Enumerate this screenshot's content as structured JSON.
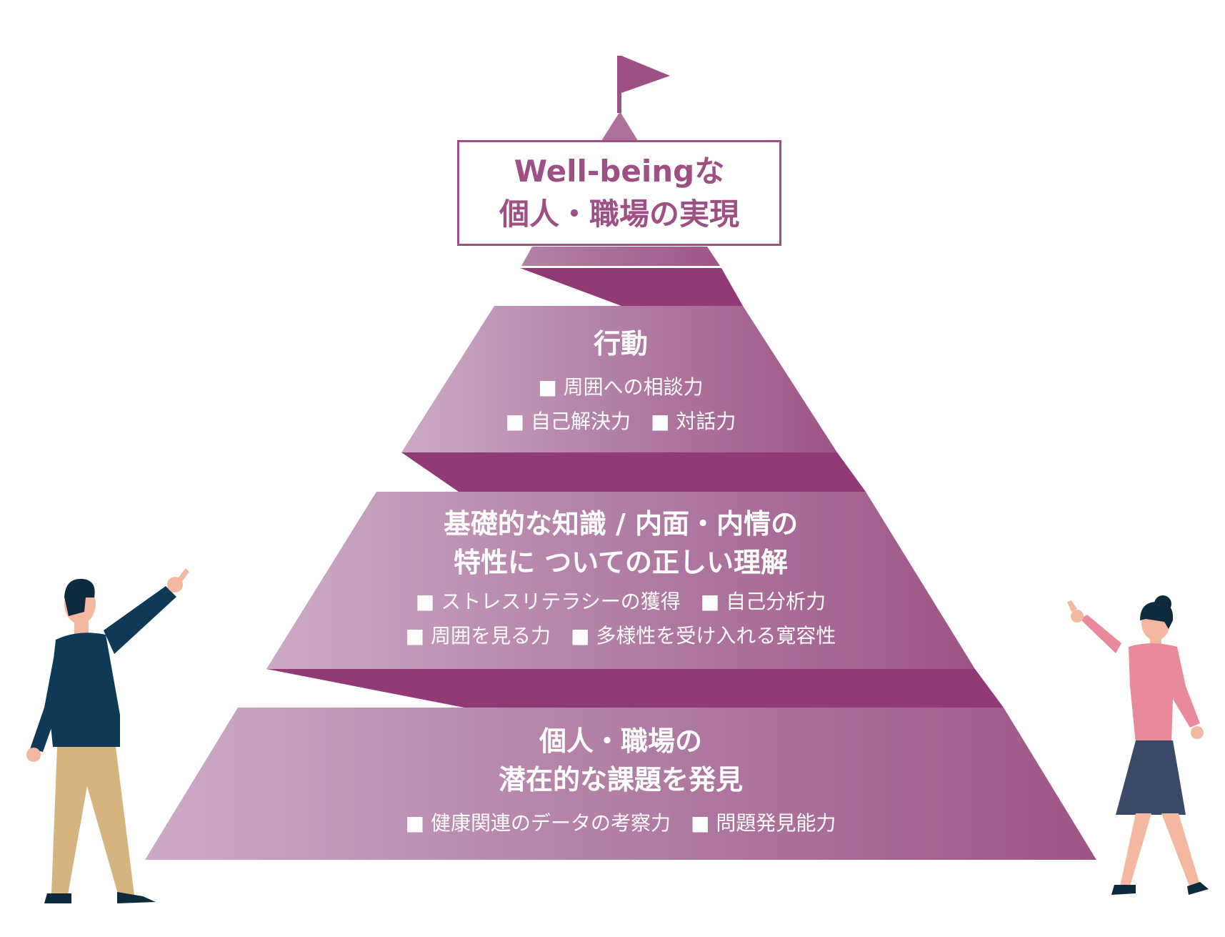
{
  "colors": {
    "accent": "#9e4f84",
    "band_dark": "#923a76",
    "tier_light": "#cdaac7",
    "tier_dark": "#9e5586",
    "man_sweater": "#0f3a57",
    "man_pants": "#d5b47f",
    "woman_top": "#e98a9a",
    "woman_skirt": "#3a4a68",
    "skin": "#f2b9a0",
    "hair": "#0e2a3d"
  },
  "goal": {
    "line1": "Well-beingな",
    "line2": "個人・職場の実現"
  },
  "tiers": [
    {
      "title_lines": [
        "行動"
      ],
      "bullet_lines": [
        "■ 周囲への相談力",
        "■ 自己解決力　■ 対話力"
      ]
    },
    {
      "title_lines": [
        "基礎的な知識 / 内面・内情の",
        "特性に ついての正しい理解"
      ],
      "bullet_lines": [
        "■ ストレスリテラシーの獲得　■ 自己分析力",
        "■ 周囲を見る力　■ 多様性を受け入れる寛容性"
      ]
    },
    {
      "title_lines": [
        "個人・職場の",
        "潜在的な課題を発見"
      ],
      "bullet_lines": [
        "■ 健康関連のデータの考察力　■ 問題発見能力"
      ]
    }
  ],
  "icons": {
    "flag": "flag-icon",
    "man": "man-pointing-figure",
    "woman": "woman-pointing-figure"
  }
}
